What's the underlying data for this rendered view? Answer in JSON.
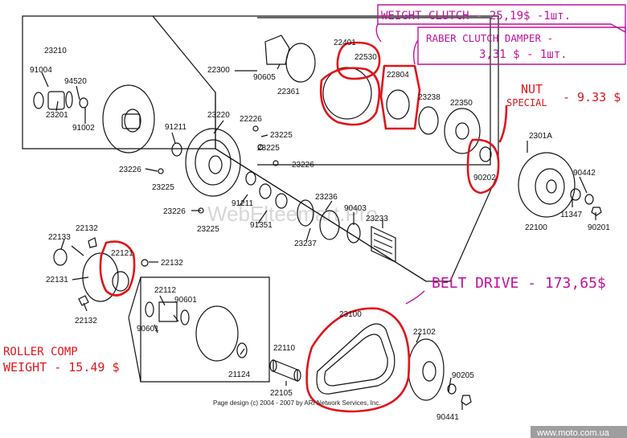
{
  "part_numbers": {
    "p23210": "23210",
    "p91004": "91004",
    "p94520": "94520",
    "p23201": "23201",
    "p91002": "91002",
    "p22300": "22300",
    "p90605": "90605",
    "p22361": "22361",
    "p22401": "22401",
    "p22530": "22530",
    "p22804": "22804",
    "p23238": "23238",
    "p22350": "22350",
    "p2301A": "2301A",
    "p90202": "90202",
    "p23220": "23220",
    "p91211a": "91211",
    "p22226": "22226",
    "p23225a": "23225",
    "p23225b": "23225",
    "p23226a": "23226",
    "p23226b": "23226",
    "p23225c": "23225",
    "p91211b": "91211",
    "p91351": "91351",
    "p23236": "23236",
    "p90403": "90403",
    "p23233": "23233",
    "p23237": "23237",
    "p23226c": "23226",
    "p23225d": "23225",
    "p22100": "22100",
    "p90442": "90442",
    "p11347": "11347",
    "p90201": "90201",
    "p22133": "22133",
    "p22132a": "22132",
    "p22121": "22121",
    "p22132b": "22132",
    "p22131": "22131",
    "p22132c": "22132",
    "p22112": "22112",
    "p90601a": "90601",
    "p90601b": "90601",
    "p22110": "22110",
    "p21124": "21124",
    "p22105": "22105",
    "p23100": "23100",
    "p22102": "22102",
    "p90205": "90205",
    "p90441": "90441"
  },
  "annotations": {
    "weight_clutch": "WEIGHT CLUTCH - 25,19$ -1шт.",
    "raber_line1": "RABER CLUTCH DAMPER -",
    "raber_line2": "3,31 $ - 1шт.",
    "nut_line1": "NUT",
    "nut_line2": "SPECIAL",
    "nut_price": "- 9.33 $",
    "belt": "BELT DRIVE - 173,65$",
    "roller_line1": "ROLLER COMP",
    "roller_line2": "WEIGHT - 15.49 $"
  },
  "watermark": "WebElteemart.Pro",
  "footer": "Page design (c) 2004 - 2007 by ARI Network Services, Inc.",
  "site": "www.moto.com.ua",
  "colors": {
    "annotation_red": "#e0141a",
    "annotation_magenta": "#c2119c",
    "line": "#111111"
  }
}
